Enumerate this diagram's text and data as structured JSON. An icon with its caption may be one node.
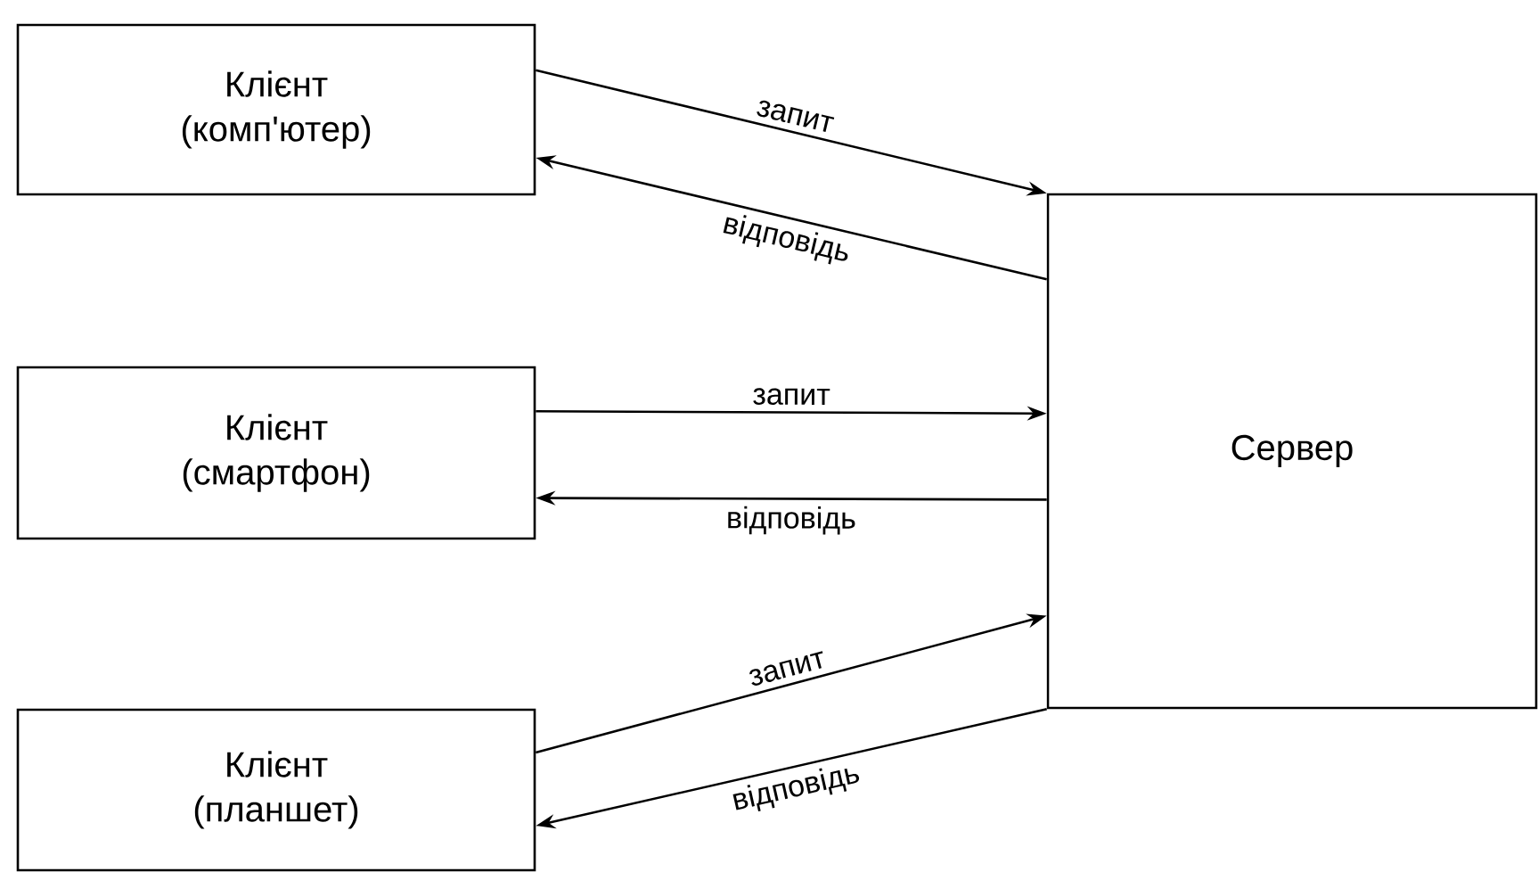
{
  "diagram": {
    "nodes": [
      {
        "text": [
          "Клієнт (комп'ютер)"
        ]
      },
      {
        "text": [
          "Клієнт (смартфон)"
        ]
      },
      {
        "text": [
          "Клієнт (планшет)"
        ]
      },
      {
        "text": [
          "Сервер"
        ]
      }
    ],
    "edges": [
      {
        "from": 0,
        "to": 3,
        "arrow": "to",
        "label": "запит"
      },
      {
        "from": 3,
        "to": 0,
        "arrow": "to",
        "label": "відповідь"
      },
      {
        "from": 1,
        "to": 3,
        "arrow": "to",
        "label": "запит"
      },
      {
        "from": 3,
        "to": 1,
        "arrow": "to",
        "label": "відповідь"
      },
      {
        "from": 2,
        "to": 3,
        "arrow": "to",
        "label": "запит"
      },
      {
        "from": 3,
        "to": 2,
        "arrow": "to",
        "label": "відповідь"
      }
    ]
  }
}
